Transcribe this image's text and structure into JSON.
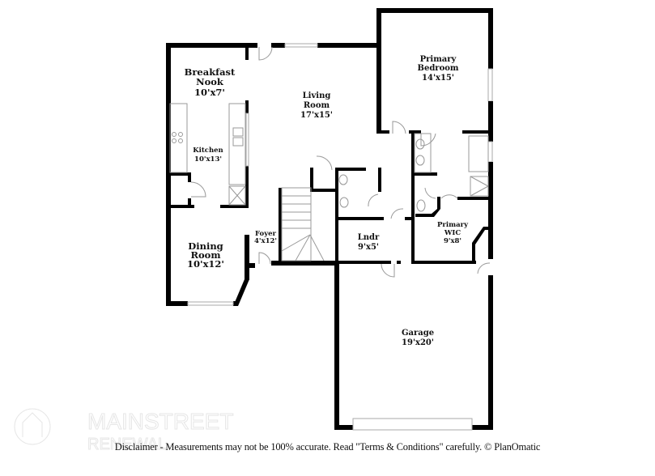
{
  "rooms": [
    {
      "id": "breakfast-nook",
      "name_lines": [
        "Breakfast",
        "Nook"
      ],
      "size": "10'x7'"
    },
    {
      "id": "living-room",
      "name_lines": [
        "Living",
        "Room"
      ],
      "size": "17'x15'"
    },
    {
      "id": "primary-bedroom",
      "name_lines": [
        "Primary",
        "Bedroom"
      ],
      "size": "14'x15'"
    },
    {
      "id": "kitchen",
      "name_lines": [
        "Kitchen"
      ],
      "size": "10'x13'"
    },
    {
      "id": "dining-room",
      "name_lines": [
        "Dining",
        "Room"
      ],
      "size": "10'x12'"
    },
    {
      "id": "foyer",
      "name_lines": [
        "Foyer"
      ],
      "size": "4'x12'"
    },
    {
      "id": "laundry",
      "name_lines": [
        "Lndr"
      ],
      "size": "9'x5'"
    },
    {
      "id": "primary-wic",
      "name_lines": [
        "Primary",
        "WIC"
      ],
      "size": "9'x8'"
    },
    {
      "id": "garage",
      "name_lines": [
        "Garage"
      ],
      "size": "19'x20'"
    }
  ],
  "watermark": {
    "line1": "MAINSTREET",
    "line2": "RENEWAL"
  },
  "disclaimer": "Disclaimer - Measurements may not be 100% accurate. Read \"Terms & Conditions\" carefully. © PlanOmatic"
}
